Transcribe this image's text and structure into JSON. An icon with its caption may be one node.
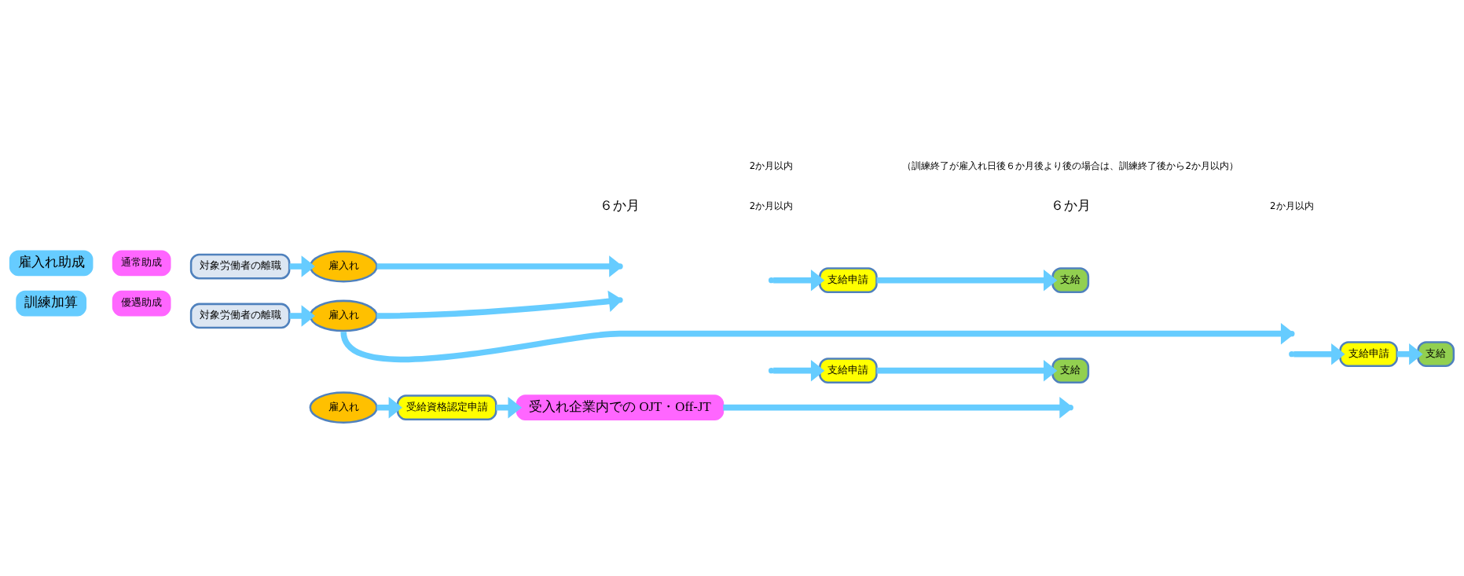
{
  "diagram": {
    "nodes": [
      {
        "text": [
          "雇入れ助成"
        ]
      },
      {
        "text": [
          "訓練加算"
        ]
      },
      {
        "text": [
          "通常助成"
        ]
      },
      {
        "text": [
          "対象労働者の離職"
        ]
      },
      {
        "text": [
          "雇入れ"
        ]
      },
      {
        "text": [
          "支給申請"
        ]
      },
      {
        "text": [
          "支給"
        ]
      },
      {
        "text": [
          "優遇助成"
        ]
      },
      {
        "text": [
          "対象労働者の離職"
        ]
      },
      {
        "text": [
          "雇入れ"
        ]
      },
      {
        "text": [
          "支給申請"
        ]
      },
      {
        "text": [
          "支給"
        ]
      },
      {
        "text": [
          "雇入れ"
        ]
      },
      {
        "text": [
          "受給資格認定申請"
        ]
      },
      {
        "text": [
          "受入れ企業内での OJT・Off-JT"
        ]
      },
      {
        "text": [
          "支給申請"
        ]
      },
      {
        "text": [
          "支給"
        ]
      }
    ],
    "edges": [
      {
        "from": 3,
        "to": 4,
        "arrow": "to"
      },
      {
        "from": 4,
        "to": null,
        "arrow": "to"
      },
      {
        "from": null,
        "to": 5,
        "arrow": "to"
      },
      {
        "from": 5,
        "to": 6,
        "arrow": "to"
      },
      {
        "from": 8,
        "to": 9,
        "arrow": "to"
      },
      {
        "from": 9,
        "to": null,
        "arrow": "to"
      },
      {
        "from": null,
        "to": 10,
        "arrow": "to"
      },
      {
        "from": 10,
        "to": 11,
        "arrow": "to"
      },
      {
        "from": 9,
        "to": null,
        "arrow": "to"
      },
      {
        "from": 12,
        "to": 13,
        "arrow": "to"
      },
      {
        "from": 13,
        "to": 14,
        "arrow": "to"
      },
      {
        "from": 14,
        "to": null,
        "arrow": "to"
      },
      {
        "from": null,
        "to": 15,
        "arrow": "to"
      },
      {
        "from": 15,
        "to": 16,
        "arrow": "to"
      }
    ],
    "labels": [
      "６か月",
      "６か月",
      "2か月以内",
      "（訓練終了が雇入れ日後６か月後より後の場合は、訓練終了後から2か月以内）",
      "2か月以内",
      "2か月以内"
    ]
  }
}
